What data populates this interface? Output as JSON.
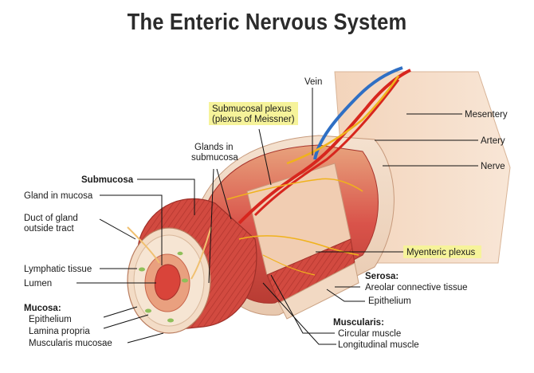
{
  "title": "The Enteric Nervous System",
  "labels": {
    "vein": "Vein",
    "submucosal_plexus_1": "Submucosal plexus",
    "submucosal_plexus_2": "(plexus of Meissner)",
    "mesentery": "Mesentery",
    "artery": "Artery",
    "nerve": "Nerve",
    "glands_in_submucosa_1": "Glands in",
    "glands_in_submucosa_2": "submucosa",
    "submucosa": "Submucosa",
    "gland_in_mucosa": "Gland in mucosa",
    "duct_1": "Duct of gland",
    "duct_2": "outside tract",
    "myenteric_plexus": "Myenteric plexus",
    "lymphatic_tissue": "Lymphatic tissue",
    "lumen": "Lumen",
    "serosa": "Serosa:",
    "areolar": "Areolar connective tissue",
    "serosa_epithelium": "Epithelium",
    "mucosa": "Mucosa:",
    "mucosa_epithelium": "Epithelium",
    "lamina_propria": "Lamina propria",
    "muscularis_mucosae": "Muscularis mucosae",
    "muscularis": "Muscularis:",
    "circular_muscle": "Circular muscle",
    "longitudinal_muscle": "Longitudinal muscle"
  },
  "colors": {
    "muscle": "#d9534a",
    "muscle_dark": "#b83c33",
    "submucosa": "#f3d2b8",
    "mesentery": "#f5dcc6",
    "vein": "#2f6fc4",
    "artery": "#d7261e",
    "nerve": "#f0b21c",
    "highlight": "#f6f39a"
  }
}
